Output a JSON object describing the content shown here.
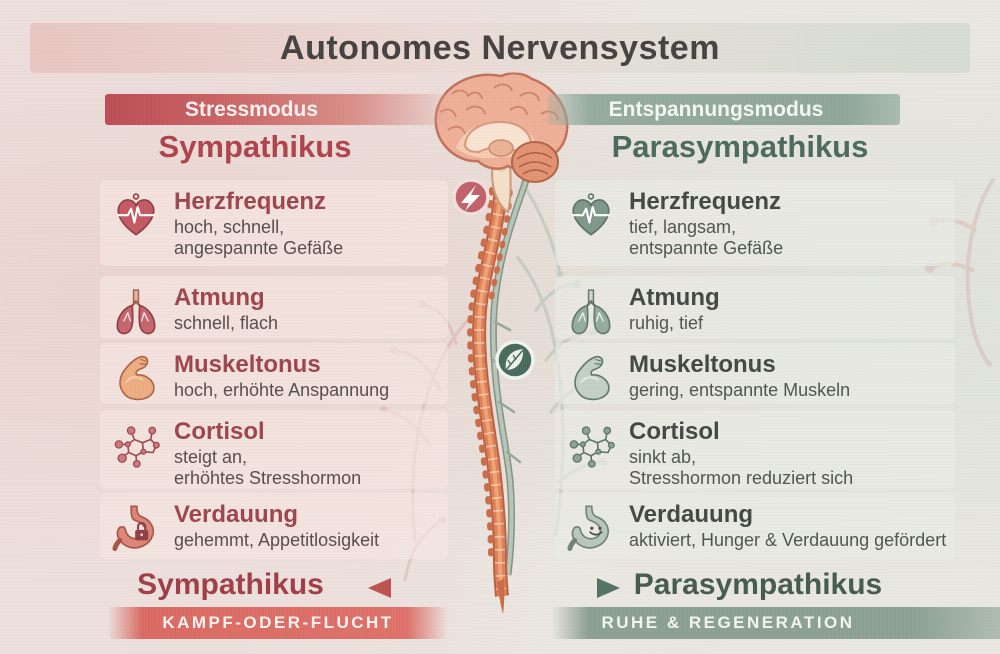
{
  "title": "Autonomes Nervensystem",
  "colors": {
    "left_accent": "#ad3f48",
    "right_accent": "#48675a",
    "banner_red": "#d75d55",
    "banner_green": "#81988a",
    "spine_orange": "#dd7c53",
    "title_color": "#413e3d"
  },
  "left": {
    "mode": "Stressmodus",
    "system": "Sympathikus",
    "items": [
      {
        "icon": "heart-ecg-icon",
        "title": "Herzfrequenz",
        "desc": "hoch, schnell,\nangespannte Gefäße"
      },
      {
        "icon": "lungs-icon",
        "title": "Atmung",
        "desc": "schnell, flach"
      },
      {
        "icon": "biceps-icon",
        "title": "Muskeltonus",
        "desc": "hoch, erhöhte Anspannung"
      },
      {
        "icon": "molecule-icon",
        "title": "Cortisol",
        "desc": "steigt an,\nerhöhtes Stresshormon"
      },
      {
        "icon": "stomach-lock-icon",
        "title": "Verdauung",
        "desc": "gehemmt, Appetitlosigkeit"
      }
    ],
    "footer_system": "Sympathikus",
    "banner": "KAMPF-ODER-FLUCHT"
  },
  "right": {
    "mode": "Entspannungsmodus",
    "system": "Parasympathikus",
    "items": [
      {
        "icon": "heart-ecg-icon",
        "title": "Herzfrequenz",
        "desc": "tief, langsam,\nentspannte Gefäße"
      },
      {
        "icon": "lungs-icon",
        "title": "Atmung",
        "desc": "ruhig, tief"
      },
      {
        "icon": "biceps-icon",
        "title": "Muskeltonus",
        "desc": "gering, entspannte Muskeln"
      },
      {
        "icon": "molecule-icon",
        "title": "Cortisol",
        "desc": "sinkt ab,\nStresshormon reduziert sich"
      },
      {
        "icon": "stomach-smile-icon",
        "title": "Verdauung",
        "desc": "aktiviert, Hunger & Verdauung gefördert"
      }
    ],
    "footer_system": "Parasympathikus",
    "banner": "RUHE & REGENERATION"
  },
  "center": {
    "illustration": "brain-and-spinal-cord",
    "badges": [
      {
        "icon": "lightning-icon"
      },
      {
        "icon": "leaf-icon"
      }
    ]
  }
}
